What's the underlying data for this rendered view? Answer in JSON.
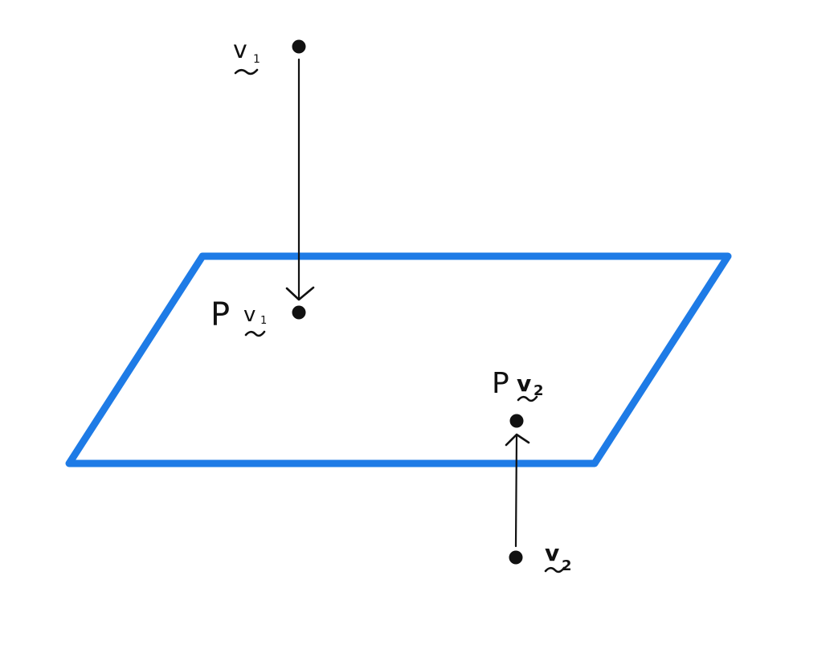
{
  "colors": {
    "plane": "#1e7be6",
    "ink": "#111111",
    "background": "#ffffff"
  },
  "labels": {
    "v1": {
      "letter": "v",
      "subscript": "1"
    },
    "pv1": {
      "operator": "P",
      "letter": "v",
      "subscript": "1"
    },
    "pv2": {
      "operator": "P",
      "letter": "v",
      "subscript": "2"
    },
    "v2": {
      "letter": "v",
      "subscript": "2"
    }
  }
}
